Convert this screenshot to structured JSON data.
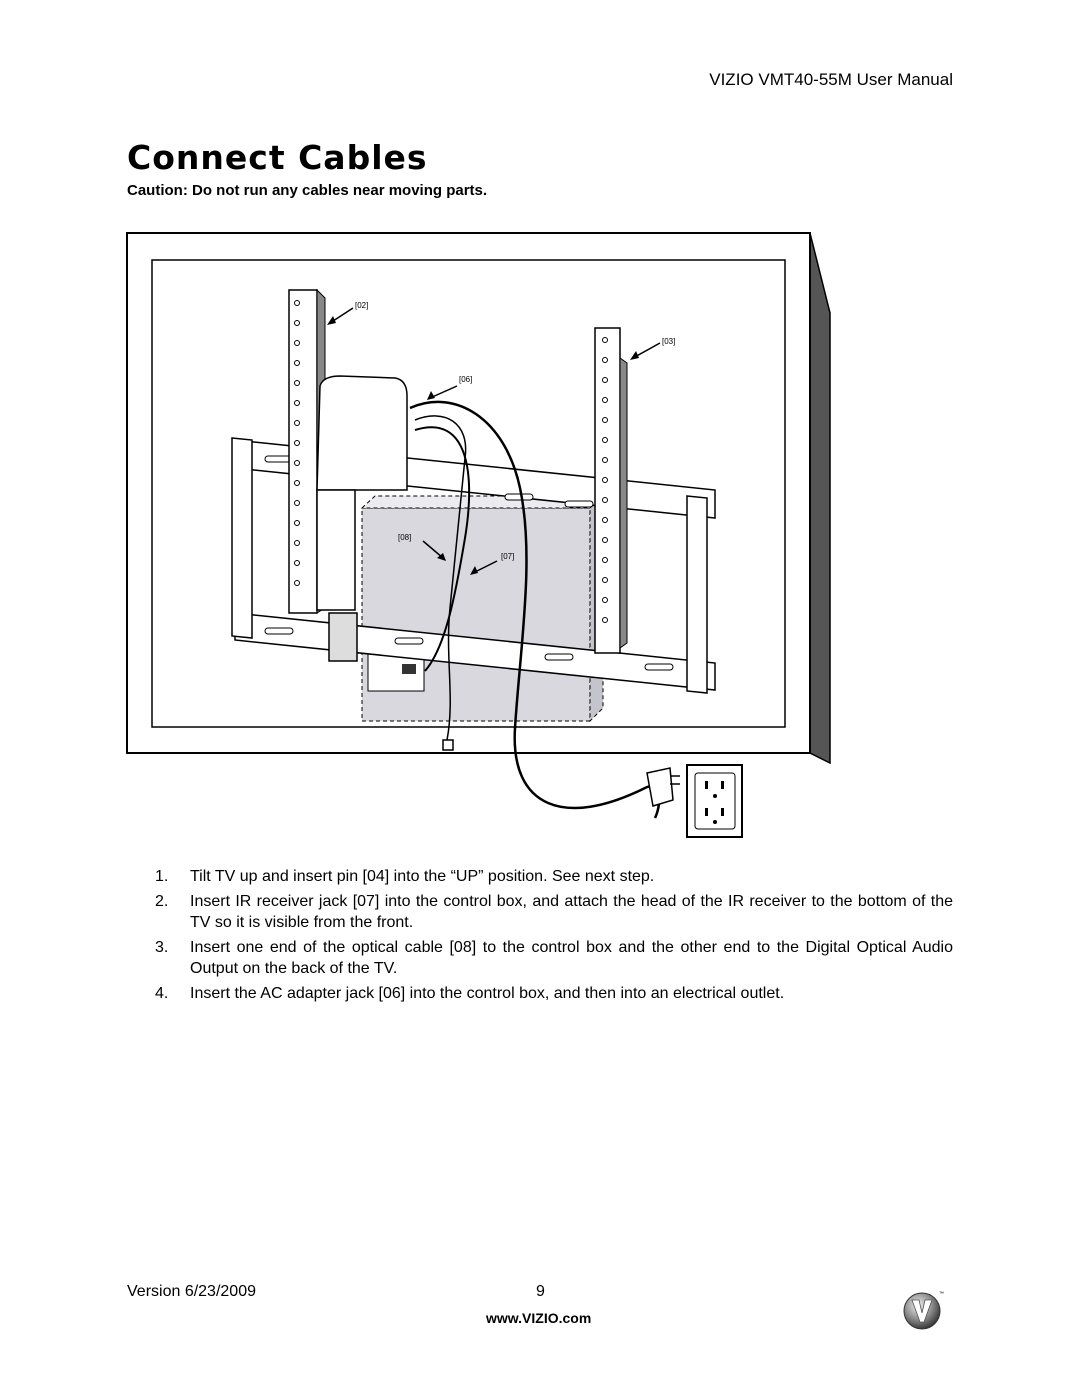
{
  "header": {
    "title": "VIZIO VMT40-55M User Manual"
  },
  "page_title": "Connect Cables",
  "caution": "Caution: Do not run any cables near moving parts.",
  "figure": {
    "labels": {
      "l02": "[02]",
      "l03": "[03]",
      "l06": "[06]",
      "l07": "[07]",
      "l08": "[08]"
    }
  },
  "steps": [
    {
      "num": "1.",
      "text": "Tilt TV up and insert pin [04] into the “UP” position. See next step."
    },
    {
      "num": "2.",
      "text": "Insert IR receiver jack [07] into the control box, and attach the head of the IR receiver to the bottom of the TV so it is visible from the front."
    },
    {
      "num": "3.",
      "text": "Insert one end of the optical cable [08] to the control box and the other end to the Digital Optical Audio Output on the back of the TV."
    },
    {
      "num": "4.",
      "text": "Insert the AC adapter jack [06] into the control box, and then into an electrical outlet."
    }
  ],
  "footer": {
    "version": "Version 6/23/2009",
    "page_number": "9",
    "url": "www.VIZIO.com"
  },
  "logo": {
    "icon": "vizio-v-logo-icon",
    "letter": "V",
    "tm": "™"
  }
}
